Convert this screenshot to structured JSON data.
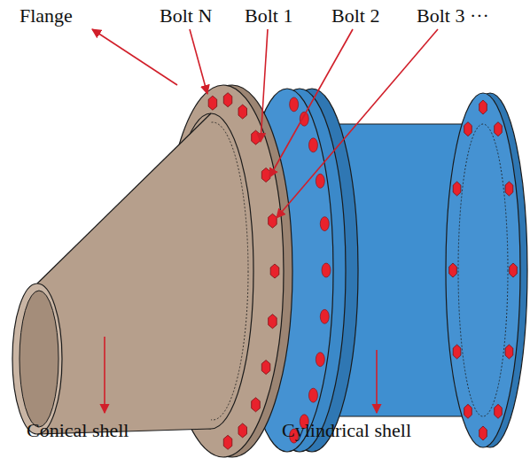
{
  "diagram": {
    "labels": [
      "Flange",
      "Bolt N",
      "Bolt 1",
      "Bolt 2",
      "Bolt 3 ···",
      "Conical shell",
      "Cylindrical shell"
    ]
  }
}
